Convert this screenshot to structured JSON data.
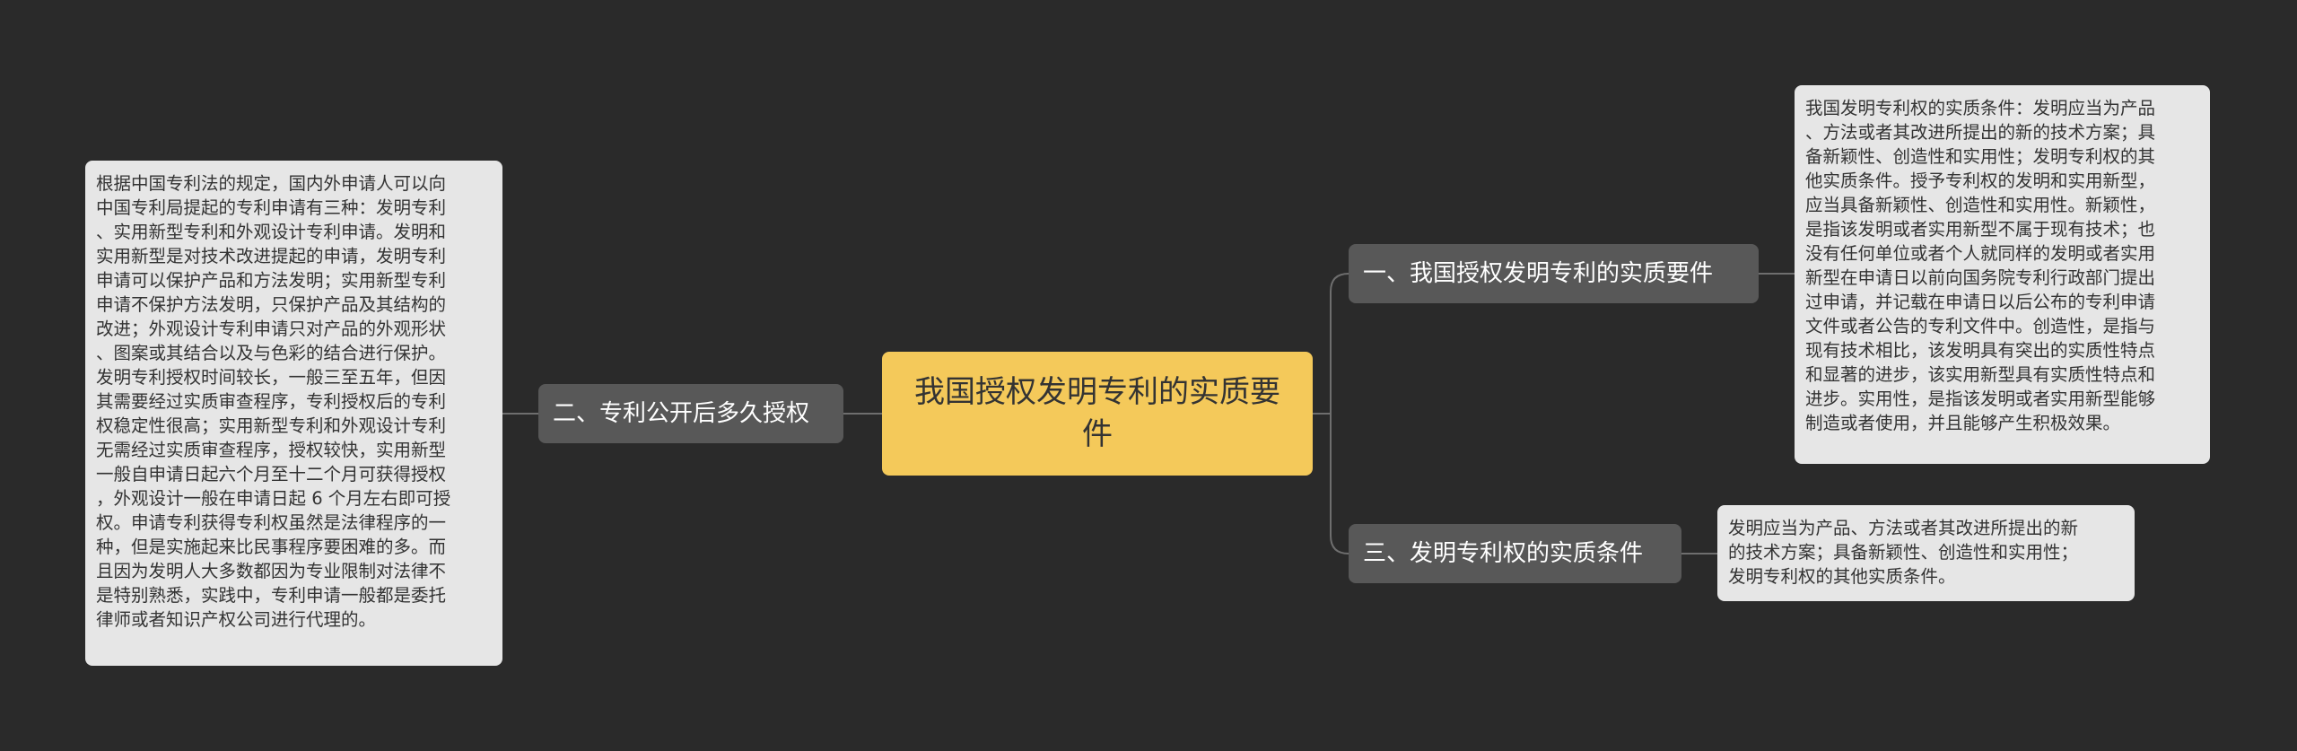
{
  "mindmap": {
    "root": {
      "label": "我国授权发明专利的实质要件"
    },
    "branches": [
      {
        "label": "一、我国授权发明专利的实质要件",
        "note": "我国发明专利权的实质条件：发明应当为产品\n、方法或者其改进所提出的新的技术方案；具\n备新颖性、创造性和实用性；发明专利权的其\n他实质条件。授予专利权的发明和实用新型，\n应当具备新颖性、创造性和实用性。新颖性，\n是指该发明或者实用新型不属于现有技术；也\n没有任何单位或者个人就同样的发明或者实用\n新型在申请日以前向国务院专利行政部门提出\n过申请，并记载在申请日以后公布的专利申请\n文件或者公告的专利文件中。创造性，是指与\n现有技术相比，该发明具有突出的实质性特点\n和显著的进步，该实用新型具有实质性特点和\n进步。实用性，是指该发明或者实用新型能够\n制造或者使用，并且能够产生积极效果。"
      },
      {
        "label": "二、专利公开后多久授权",
        "note": "根据中国专利法的规定，国内外申请人可以向\n中国专利局提起的专利申请有三种：发明专利\n、实用新型专利和外观设计专利申请。发明和\n实用新型是对技术改进提起的申请，发明专利\n申请可以保护产品和方法发明；实用新型专利\n申请不保护方法发明，只保护产品及其结构的\n改进；外观设计专利申请只对产品的外观形状\n、图案或其结合以及与色彩的结合进行保护。\n发明专利授权时间较长，一般三至五年，但因\n其需要经过实质审查程序，专利授权后的专利\n权稳定性很高；实用新型专利和外观设计专利\n无需经过实质审查程序，授权较快，实用新型\n一般自申请日起六个月至十二个月可获得授权\n，外观设计一般在申请日起 6 个月左右即可授\n权。申请专利获得专利权虽然是法律程序的一\n种，但是实施起来比民事程序要困难的多。而\n且因为发明人大多数都因为专业限制对法律不\n是特别熟悉，实践中，专利申请一般都是委托\n律师或者知识产权公司进行代理的。"
      },
      {
        "label": "三、发明专利权的实质条件",
        "note": "发明应当为产品、方法或者其改进所提出的新\n的技术方案；具备新颖性、创造性和实用性；\n发明专利权的其他实质条件。"
      }
    ]
  },
  "colors": {
    "background": "#2a2a2a",
    "root_fill": "#f4c95a",
    "branch_fill": "#585858",
    "leaf_fill": "#e6e6e6",
    "connector": "#6e6e6e"
  }
}
